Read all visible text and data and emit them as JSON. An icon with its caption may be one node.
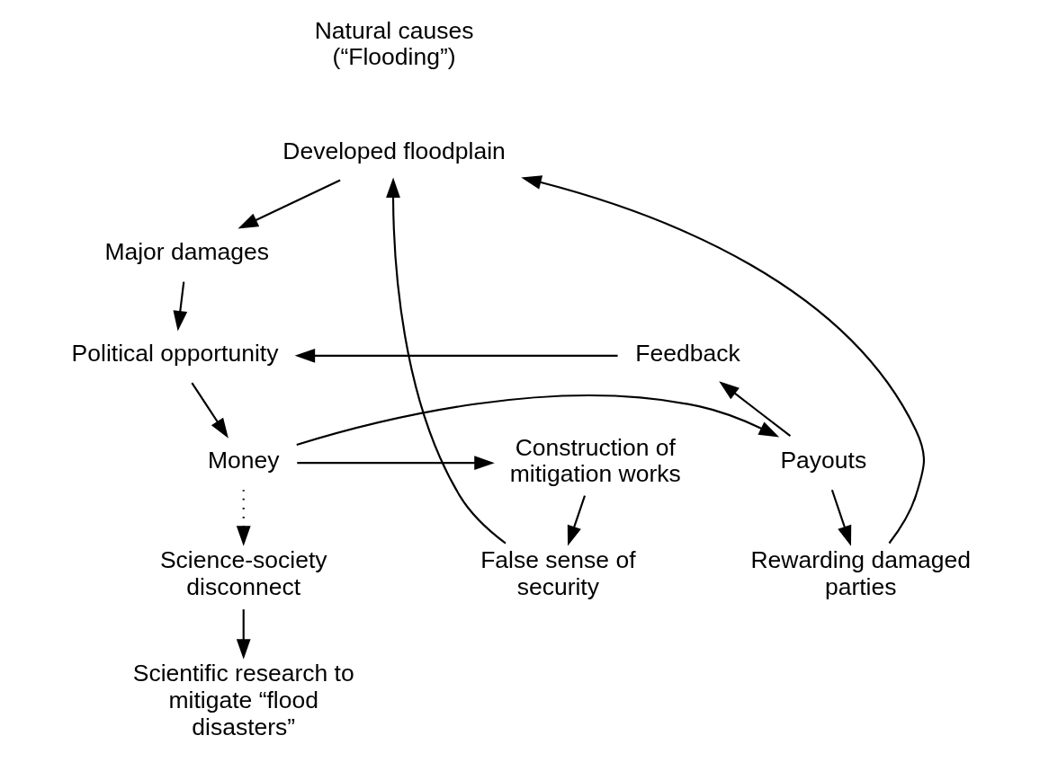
{
  "diagram": {
    "nodes": [
      {
        "text": [
          "Developed floodplain"
        ]
      },
      {
        "text": [
          "Major damages"
        ]
      },
      {
        "text": [
          "Political opportunity"
        ]
      },
      {
        "text": [
          "Money"
        ]
      },
      {
        "text": [
          "Construction of mitigation works"
        ]
      },
      {
        "text": [
          "False sense of security"
        ]
      },
      {
        "text": [
          "Payouts"
        ]
      },
      {
        "text": [
          "Feedback"
        ]
      },
      {
        "text": [
          "Rewarding damaged parties"
        ]
      },
      {
        "text": [
          "Science-society disconnect"
        ]
      },
      {
        "text": [
          "Scientific research to mitigate “flood disasters”"
        ]
      }
    ],
    "edges": [
      {
        "from": 0,
        "to": 1,
        "arrow": "to"
      },
      {
        "from": 1,
        "to": 2,
        "arrow": "to"
      },
      {
        "from": 2,
        "to": 3,
        "arrow": "to"
      },
      {
        "from": 3,
        "to": 4,
        "arrow": "to"
      },
      {
        "from": 4,
        "to": 5,
        "arrow": "to"
      },
      {
        "from": 5,
        "to": 0,
        "arrow": "to"
      },
      {
        "from": 3,
        "to": 6,
        "arrow": "to"
      },
      {
        "from": 6,
        "to": 7,
        "arrow": "to"
      },
      {
        "from": 7,
        "to": 2,
        "arrow": "to"
      },
      {
        "from": 6,
        "to": 8,
        "arrow": "to"
      },
      {
        "from": 8,
        "to": 0,
        "arrow": "to"
      },
      {
        "from": 3,
        "to": 9,
        "arrow": "to",
        "style": "dashed"
      },
      {
        "from": 9,
        "to": 10,
        "arrow": "to"
      }
    ],
    "labels": [
      "Natural causes (“Flooding”)"
    ]
  }
}
